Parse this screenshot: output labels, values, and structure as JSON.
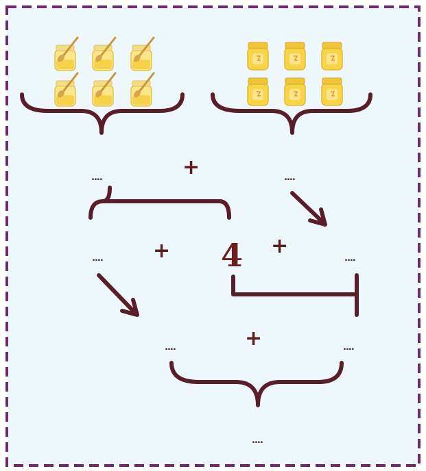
{
  "problem": {
    "jar_groups": [
      {
        "name": "honey-jar-with-dipper",
        "count": 6
      },
      {
        "name": "honey-jar-with-lid",
        "count": 6
      }
    ],
    "blank": "....",
    "plus": "+",
    "given_value": "4"
  },
  "colors": {
    "border": "#6b2c6e",
    "background": "#eef8fc",
    "bracket": "#5a1e2a",
    "honey": "#f6d24a",
    "lid": "#e8b830"
  }
}
